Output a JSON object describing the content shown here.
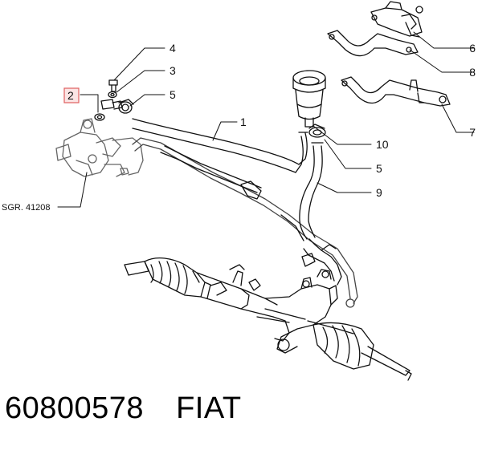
{
  "diagram": {
    "callouts": {
      "c1": "1",
      "c2": "2",
      "c3": "3",
      "c4": "4",
      "c5a": "5",
      "c5b": "5",
      "c6": "6",
      "c7": "7",
      "c8": "8",
      "c9": "9",
      "c10": "10"
    },
    "reference": "SGR. 41208",
    "highlighted_callout": "2",
    "highlight_color": "#e06060",
    "highlight_fill": "#fbe4e4"
  },
  "footer": {
    "part_number": "60800578",
    "brand": "FIAT"
  }
}
